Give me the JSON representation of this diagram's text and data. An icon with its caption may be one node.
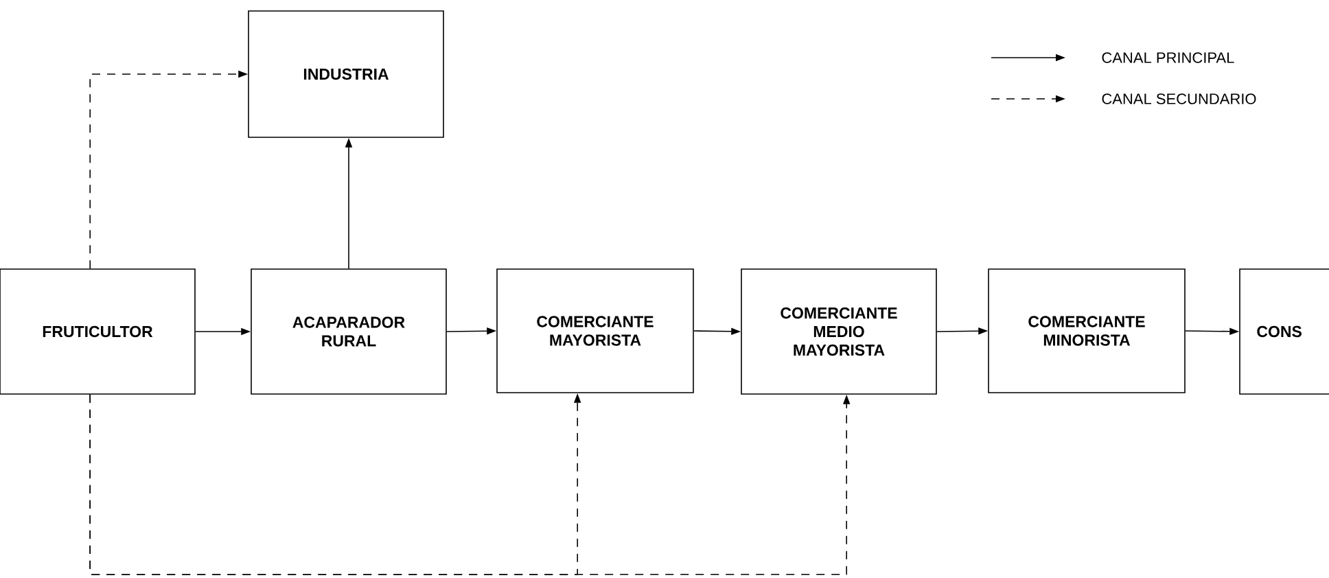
{
  "diagram": {
    "nodes": [
      {
        "text": [
          "INDUSTRIA"
        ]
      },
      {
        "text": [
          "FRUTICULTOR"
        ]
      },
      {
        "text": [
          "ACAPARADOR RURAL"
        ]
      },
      {
        "text": [
          "COMERCIANTE MAYORISTA"
        ]
      },
      {
        "text": [
          "COMERCIANTE MEDIO MAYORISTA"
        ]
      },
      {
        "text": [
          "COMERCIANTE MINORISTA"
        ]
      },
      {
        "text": [
          "CONS"
        ]
      }
    ],
    "edges": [
      {
        "from": 1,
        "to": 0,
        "arrow": "to",
        "style": "dashed"
      },
      {
        "from": 2,
        "to": 0,
        "arrow": "to"
      },
      {
        "from": 1,
        "to": 2,
        "arrow": "to"
      },
      {
        "from": 2,
        "to": 3,
        "arrow": "to"
      },
      {
        "from": 3,
        "to": 4,
        "arrow": "to"
      },
      {
        "from": 4,
        "to": 5,
        "arrow": "to"
      },
      {
        "from": 5,
        "to": 6,
        "arrow": "to"
      },
      {
        "from": 1,
        "to": 3,
        "arrow": "to",
        "style": "dashed"
      },
      {
        "from": 1,
        "to": 4,
        "arrow": "to",
        "style": "dashed"
      }
    ],
    "legend": [
      {
        "text": "CANAL PRINCIPAL"
      },
      {
        "text": "CANAL SECUNDARIO"
      }
    ]
  }
}
